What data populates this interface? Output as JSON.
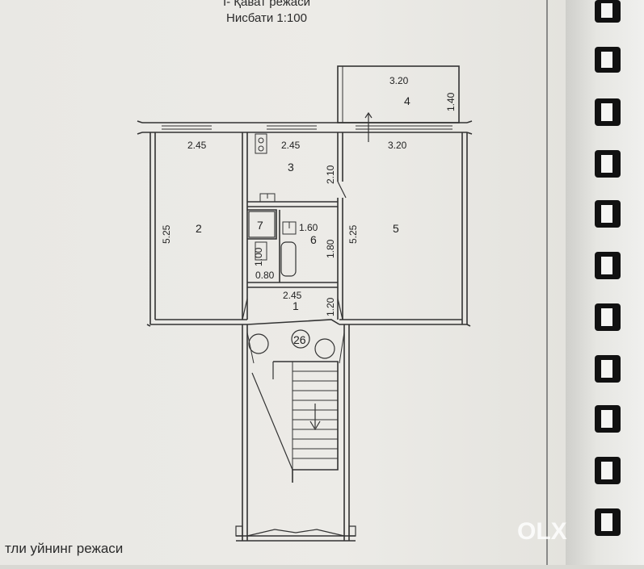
{
  "header": {
    "title": "I- Қават режаси",
    "scale": "Нисбати 1:100"
  },
  "footer": {
    "title": "тли уйнинг режаси"
  },
  "watermark": "OLX",
  "plan": {
    "rooms": [
      {
        "id": "room-1",
        "number": "1"
      },
      {
        "id": "room-2",
        "number": "2"
      },
      {
        "id": "room-3",
        "number": "3"
      },
      {
        "id": "room-4",
        "number": "4"
      },
      {
        "id": "room-5",
        "number": "5"
      },
      {
        "id": "room-6",
        "number": "6"
      },
      {
        "id": "room-7",
        "number": "7"
      }
    ],
    "apartment_number": "26",
    "dimensions": {
      "r2_width": "2.45",
      "r2_height": "5.25",
      "r3_width": "2.45",
      "r3_height": "2.10",
      "r4_width": "3.20",
      "r4_height": "1.40",
      "r5_width": "3.20",
      "r5_height": "5.25",
      "r6_width": "1.60",
      "r6_height": "1.80",
      "r7_width": "0.80",
      "r7_height": "1.00",
      "r1_width": "2.45",
      "r1_height": "1.20"
    }
  }
}
